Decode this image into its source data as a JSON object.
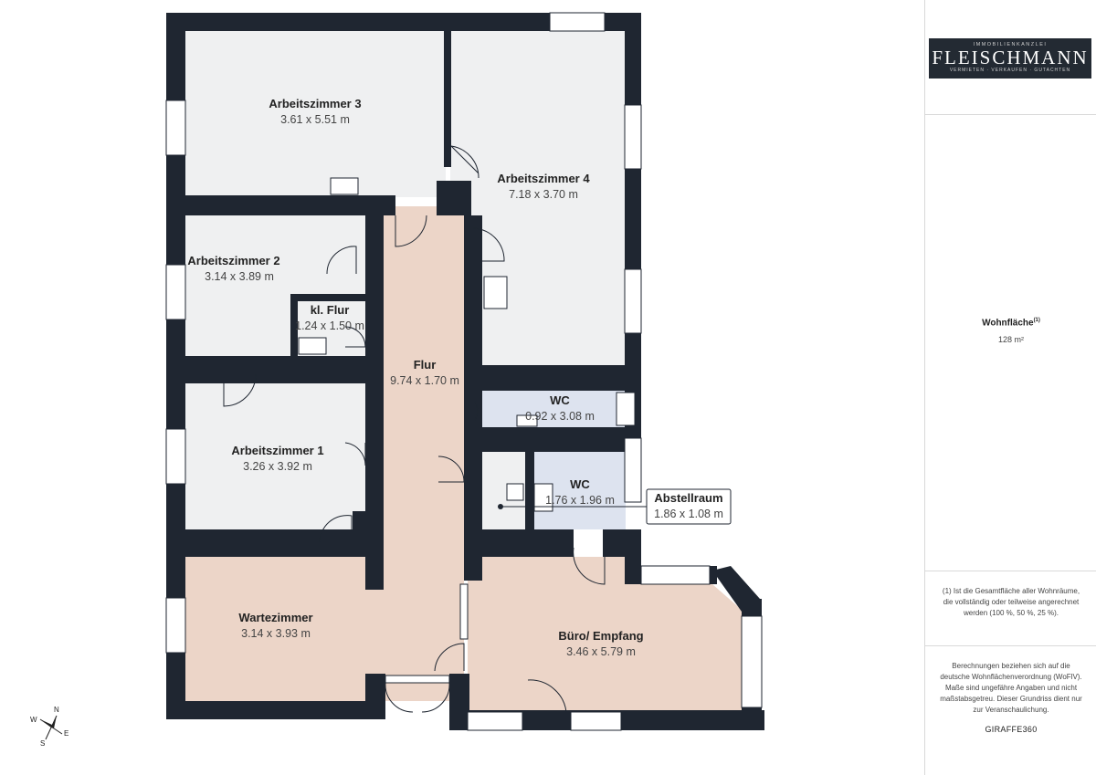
{
  "rooms": [
    {
      "name": "Arbeitszimmer 3",
      "size": "3.61 x 5.51 m"
    },
    {
      "name": "Arbeitszimmer 4",
      "size": "7.18 x 3.70 m"
    },
    {
      "name": "Arbeitszimmer 2",
      "size": "3.14 x 3.89 m"
    },
    {
      "name": "kl. Flur",
      "size": "1.24 x 1.50 m"
    },
    {
      "name": "Flur",
      "size": "9.74 x 1.70 m"
    },
    {
      "name": "WC",
      "size": "0.92 x 3.08 m"
    },
    {
      "name": "WC",
      "size": "1.76 x 1.96 m"
    },
    {
      "name": "Arbeitszimmer 1",
      "size": "3.26 x 3.92 m"
    },
    {
      "name": "Abstellraum",
      "size": "1.86 x 1.08 m"
    },
    {
      "name": "Wartezimmer",
      "size": "3.14 x 3.93 m"
    },
    {
      "name": "Büro/ Empfang",
      "size": "3.46 x 5.79 m"
    }
  ],
  "compass": {
    "n": "N",
    "e": "E",
    "s": "S",
    "w": "W"
  },
  "logo": {
    "top": "IMMOBILIENKANZLEI",
    "main": "FLEISCHMANN",
    "bottom": "VERMIETEN · VERKAUFEN · GUTACHTEN"
  },
  "area": {
    "label": "Wohnfläche",
    "footnote_mark": "(1)",
    "value": "128 m²"
  },
  "footnote": "(1) Ist die Gesamtfläche aller Wohnräume, die vollständig oder teilweise angerechnet werden (100 %, 50 %, 25 %).",
  "disclaimer": "Berechnungen beziehen sich auf die deutsche Wohnflächenverordnung (WoFlV). Maße sind ungefähre Angaben und nicht maßstabsgetreu. Dieser Grundriss dient nur zur Veranschaulichung.",
  "brand": "GIRAFFE360",
  "colors": {
    "wall": "#1f2631",
    "floor_grey": "#eff0f1",
    "floor_peach": "#ecd5c8",
    "floor_blue": "#dde3ef",
    "logo_bg": "#232a33"
  }
}
